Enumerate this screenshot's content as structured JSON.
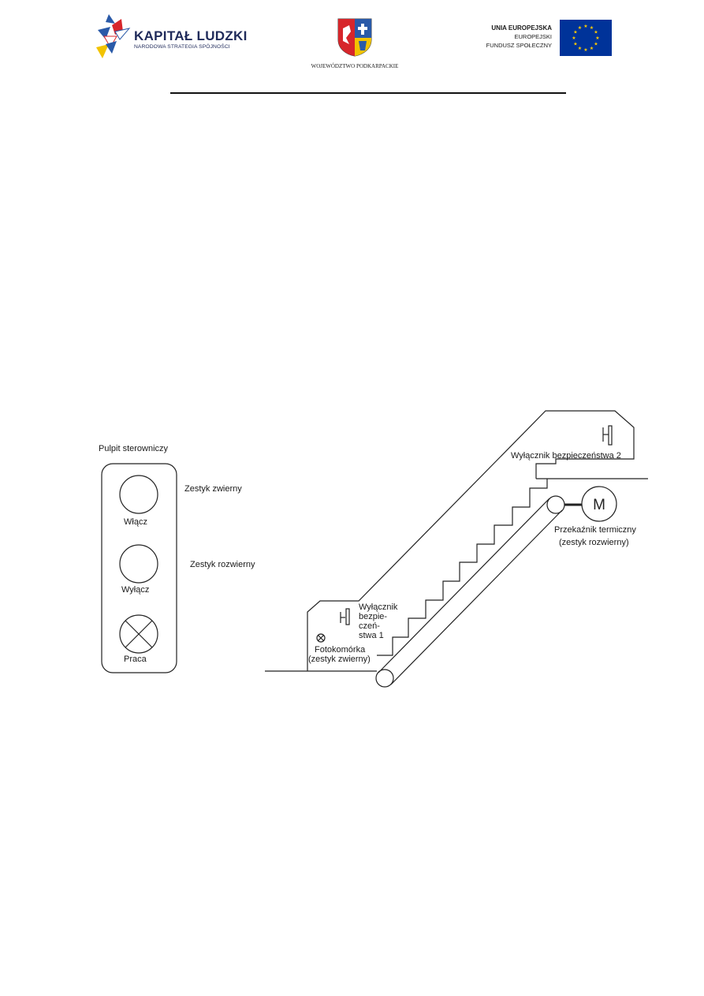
{
  "header": {
    "kapital_title": "KAPITAŁ LUDZKI",
    "kapital_subtitle": "NARODOWA STRATEGIA SPÓJNOŚCI",
    "region_name": "WOJEWÓDZTWO PODKARPACKIE",
    "eu_line1": "UNIA EUROPEJSKA",
    "eu_line2": "EUROPEJSKI",
    "eu_line3": "FUNDUSZ SPOŁECZNY",
    "colors": {
      "navy": "#1f2a5a",
      "eu_blue": "#003399",
      "eu_gold": "#ffcc00",
      "red": "#d7262b"
    }
  },
  "diagram": {
    "panel_title": "Pulpit sterowniczy",
    "contact_no": "Zestyk zwierny",
    "contact_nc": "Zestyk rozwierny",
    "btn_on": "Włącz",
    "btn_off": "Wyłącz",
    "lamp_run": "Praca",
    "safety_switch_2": "Wyłącznik bezpieczeństwa 2",
    "motor": "M",
    "thermal_relay": "Przekaźnik termiczny",
    "thermal_relay_note": "(zestyk rozwierny)",
    "safety_switch_1_line1": "Wyłącznik",
    "safety_switch_1_line2": "bezpie-",
    "safety_switch_1_line3": "czeń-",
    "safety_switch_1_line4": "stwa 1",
    "photocell": "Fotokomórka",
    "photocell_note": "(zestyk zwierny)"
  }
}
